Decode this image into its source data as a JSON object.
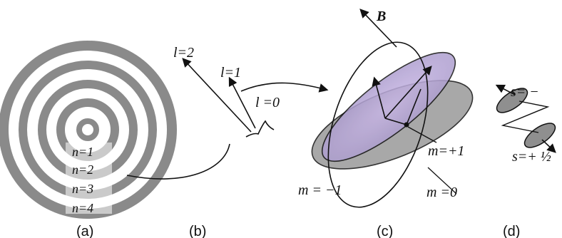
{
  "panels": {
    "a": {
      "caption": "(a)",
      "rings": [
        "n=1",
        "n=2",
        "n=3",
        "n=4"
      ]
    },
    "b": {
      "caption": "(b)",
      "labels": {
        "l2": "l=2",
        "l1": "l=1",
        "l0": "l =0"
      }
    },
    "c": {
      "caption": "(c)",
      "field": "B",
      "labels": {
        "m_plus": "m=+1",
        "m_minus": "m = −1",
        "m_zero": "m =0"
      }
    },
    "d": {
      "caption": "(d)",
      "labels": {
        "s_minus": "s= −",
        "s_plus": "s=+ ½"
      }
    }
  },
  "colors": {
    "ring": "#8a8a8a",
    "orbit_fill": "#b7a9cf",
    "orbit_fill_dark": "#8f8f8f",
    "ink": "#111111"
  }
}
